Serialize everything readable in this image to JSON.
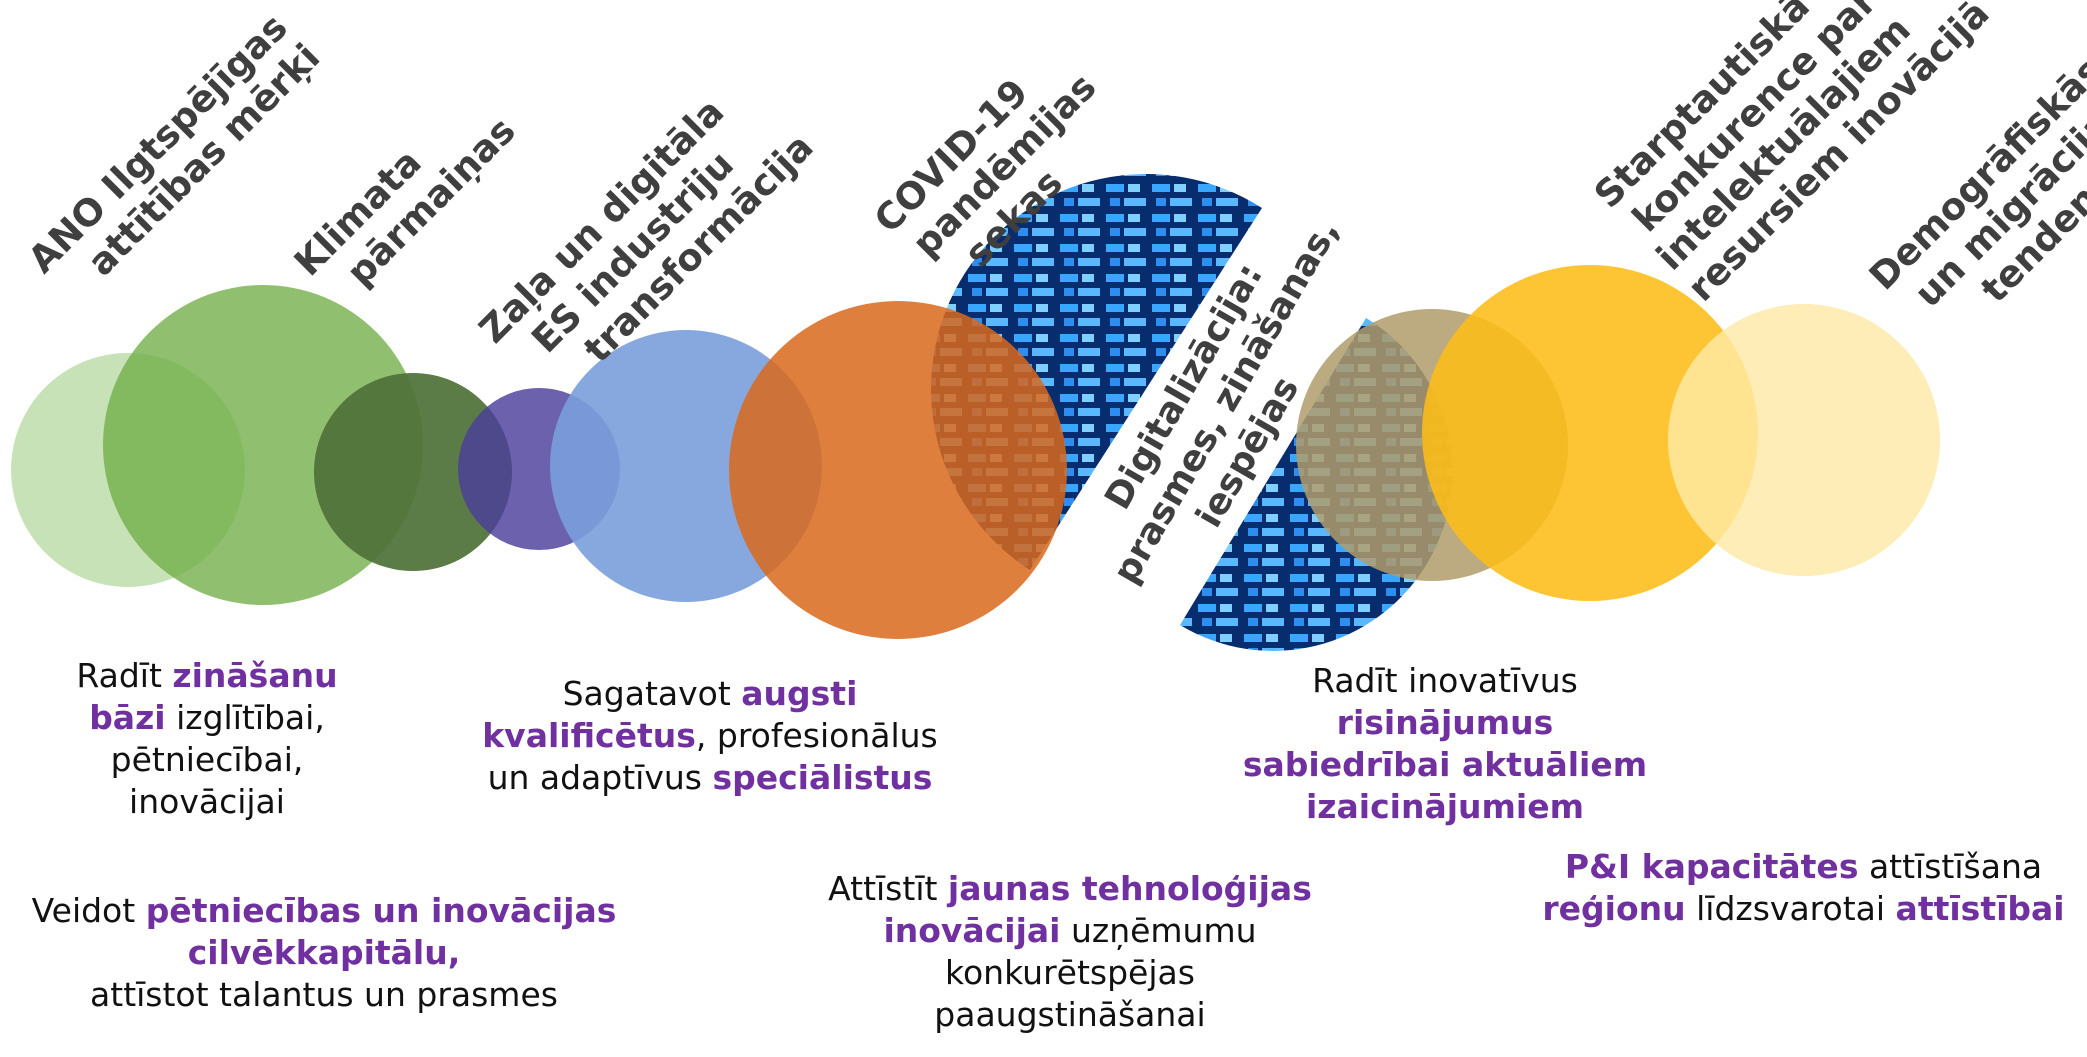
{
  "trends": {
    "anno": "ANO Ilgtspējīgas attītības mērķi",
    "anno_l1": "ANO Ilgtspējīgas",
    "anno_l2": "attītības mērķi",
    "klimata_l1": "Klimata",
    "klimata_l2": "pārmaiņas",
    "zala_l1": "Zaļa un digitāla",
    "zala_l2": "ES industriju",
    "zala_l3": "transformācija",
    "covid_l1": "COVID-19",
    "covid_l2": "pandēmijas",
    "covid_l3": "sekas",
    "digi_l1": "Digitalizācija:",
    "digi_l2": "prasmes, zināšanas,",
    "digi_l3": "iespējas",
    "starpt_l1": "Starptautiskā",
    "starpt_l2": "konkurence par",
    "starpt_l3": "intelektuālajiem",
    "starpt_l4": "resursiem inovācijā",
    "demo_l1": "Demogrāfiskās",
    "demo_l2": "un migrācijas",
    "demo_l3": "tendences"
  },
  "goals": {
    "g1": {
      "a": "Radīt ",
      "b": "zināšanu",
      "c": "bāzi",
      "d": " izglītībai,",
      "e": "pētniecībai,",
      "f": "inovācijai"
    },
    "g2": {
      "a": "Sagatavot ",
      "b": "augsti",
      "c": "kvalificētus",
      "d": ", profesionālus",
      "e": "un adaptīvus ",
      "f": "speciālistus"
    },
    "g3": {
      "a": "Radīt inovatīvus",
      "b": "risinājumus",
      "c": "sabiedrībai aktuāliem",
      "d": "izaicinājumiem"
    },
    "g4": {
      "a": "Veidot ",
      "b": "pētniecības un inovācijas",
      "c": "cilvēkkapitālu,",
      "d": "attīstot talantus un prasmes"
    },
    "g5": {
      "a": "Attīstīt ",
      "b": "jaunas tehnoloģijas",
      "c": "inovācijai",
      "d": "  uzņēmumu",
      "e": "konkurētspējas",
      "f": "paaugstināšanai"
    },
    "g6": {
      "a": "P&I kapacitātes",
      "b": " attīstīšana",
      "c": "reģionu",
      "d": " līdzsvarotai ",
      "e": "attīstībai"
    }
  },
  "colors": {
    "highlight": "#7030a0",
    "light_green": "#c5e0b4",
    "green": "#70ad47",
    "dark_green": "#4e7137",
    "indigo": "#4a3e9a",
    "light_blue": "#7a9fdb",
    "orange": "#d9691c",
    "khaki": "#b09c6b",
    "gold": "#fdbd17",
    "light_gold": "#fee9a6",
    "trend_text": "#3f3f3f"
  }
}
